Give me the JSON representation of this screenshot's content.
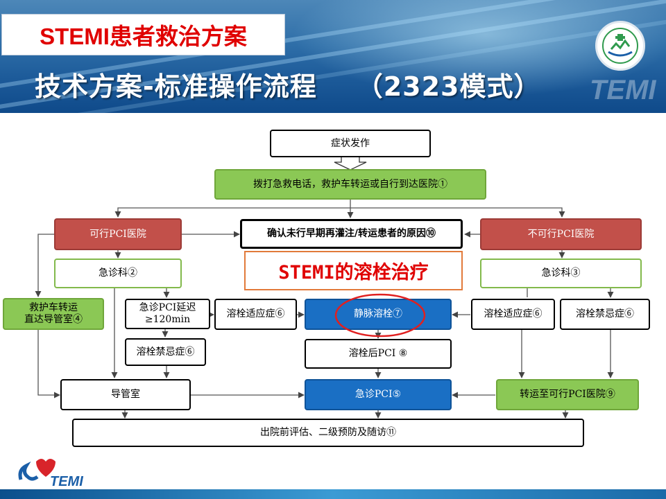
{
  "title": "STEMI患者救治方案",
  "subtitle": "技术方案-标准操作流程    （2323模式）",
  "header_watermark": "TEMI",
  "callout": "STEMI的溶栓治疗",
  "nodes": {
    "onset": "症状发作",
    "call": "拨打急救电话，救护车转运或自行到达医院①",
    "pci_hospital": "可行PCI医院",
    "confirm": "确认未行早期再灌注/转运患者的原因⑩",
    "non_pci_hospital": "不可行PCI医院",
    "er_left": "急诊科②",
    "er_right": "急诊科③",
    "ambulance_direct": "救护车转运\n直达导管室④",
    "pci_delay": "急诊PCI延迟\n≥120min",
    "lysis_ind_center": "溶栓适应症⑥",
    "iv_lysis": "静脉溶栓⑦",
    "lysis_ind_right": "溶栓适应症⑥",
    "lysis_contra_right": "溶栓禁忌症⑥",
    "lysis_contra_left": "溶栓禁忌症⑥",
    "post_lysis_pci": "溶栓后PCI ⑧",
    "cath_lab": "导管室",
    "emergency_pci": "急诊PCI⑤",
    "transfer": "转运至可行PCI医院⑨",
    "discharge": "出院前评估、二级预防及随访⑪"
  },
  "footer_logo_text": "TEMI",
  "colors": {
    "header_blue": "#1c5a99",
    "title_red": "#e00000",
    "node_green": "#8bc855",
    "node_red": "#c2504a",
    "node_blue": "#1a6fc4",
    "callout_border": "#e27a3a",
    "highlight_circle": "#e02020"
  },
  "icons": [
    "hospital-logo-icon",
    "stemi-logo-icon",
    "down-arrow-icon"
  ]
}
